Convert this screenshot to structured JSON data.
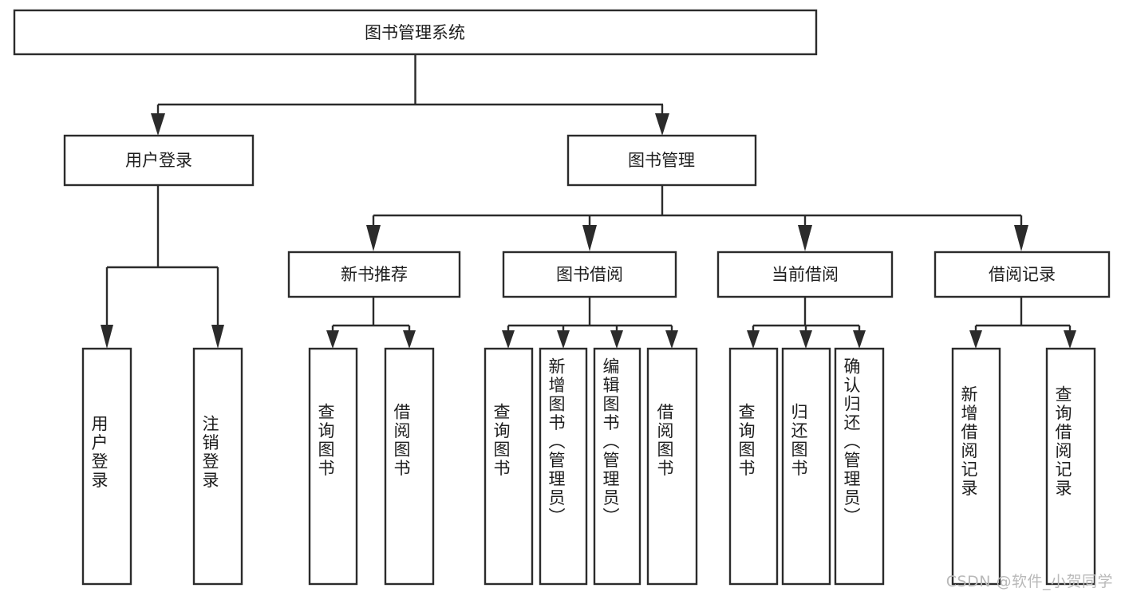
{
  "diagram": {
    "type": "tree-hierarchy",
    "title": "图书管理系统",
    "orientation": "top-down",
    "colors": {
      "stroke": "#2b2b2b",
      "fill": "#ffffff",
      "text": "#1d1d1d",
      "watermark": "#b9b9b9",
      "background": "#ffffff"
    },
    "levels": [
      {
        "level": 1,
        "nodes": [
          {
            "id": "root",
            "label": "图书管理系统",
            "orientation": "horizontal"
          }
        ]
      },
      {
        "level": 2,
        "nodes": [
          {
            "id": "login",
            "label": "用户登录",
            "orientation": "horizontal"
          },
          {
            "id": "bookmgmt",
            "label": "图书管理",
            "orientation": "horizontal"
          }
        ]
      },
      {
        "level": 3,
        "nodes": [
          {
            "id": "newbook",
            "label": "新书推荐",
            "orientation": "horizontal"
          },
          {
            "id": "borrow",
            "label": "图书借阅",
            "orientation": "horizontal"
          },
          {
            "id": "current",
            "label": "当前借阅",
            "orientation": "horizontal"
          },
          {
            "id": "records",
            "label": "借阅记录",
            "orientation": "horizontal"
          }
        ]
      },
      {
        "level": 4,
        "nodes": [
          {
            "id": "leaf-user-login",
            "label": "用户登录",
            "orientation": "vertical",
            "parent": "login"
          },
          {
            "id": "leaf-logout",
            "label": "注销登录",
            "orientation": "vertical",
            "parent": "login"
          },
          {
            "id": "leaf-query-book-1",
            "label": "查询图书",
            "orientation": "vertical",
            "parent": "newbook"
          },
          {
            "id": "leaf-borrow-book-1",
            "label": "借阅图书",
            "orientation": "vertical",
            "parent": "newbook"
          },
          {
            "id": "leaf-query-book-2",
            "label": "查询图书",
            "orientation": "vertical",
            "parent": "borrow"
          },
          {
            "id": "leaf-add-book",
            "label": "新增图书（管理员）",
            "orientation": "vertical",
            "parent": "borrow"
          },
          {
            "id": "leaf-edit-book",
            "label": "编辑图书（管理员）",
            "orientation": "vertical",
            "parent": "borrow"
          },
          {
            "id": "leaf-borrow-book-2",
            "label": "借阅图书",
            "orientation": "vertical",
            "parent": "borrow"
          },
          {
            "id": "leaf-query-book-3",
            "label": "查询图书",
            "orientation": "vertical",
            "parent": "current"
          },
          {
            "id": "leaf-return-book",
            "label": "归还图书",
            "orientation": "vertical",
            "parent": "current"
          },
          {
            "id": "leaf-confirm-return",
            "label": "确认归还（管理员）",
            "orientation": "vertical",
            "parent": "current"
          },
          {
            "id": "leaf-add-record",
            "label": "新增借阅记录",
            "orientation": "vertical",
            "parent": "records"
          },
          {
            "id": "leaf-query-record",
            "label": "查询借阅记录",
            "orientation": "vertical",
            "parent": "records"
          }
        ]
      }
    ]
  },
  "watermark": {
    "text": "CSDN @软件_小贺同学"
  }
}
